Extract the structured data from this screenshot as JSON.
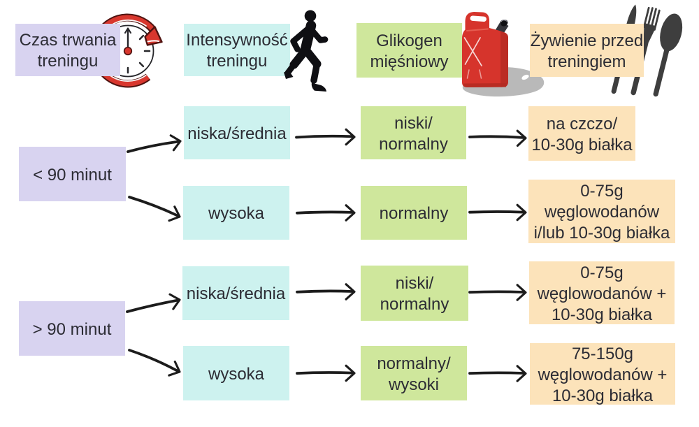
{
  "colors": {
    "background": "#ffffff",
    "text": "#2c2c34",
    "arrow": "#1c1c1c",
    "lavender": "#d8d3f0",
    "cyan": "#cdf2ef",
    "green": "#cfe79c",
    "peach": "#fce3ba",
    "icon-black": "#0f0f13",
    "icon-gray": "#3e3e3e",
    "red": "#d6342c",
    "red-dark": "#8f1d19",
    "shadow-gray": "#b9b9b9"
  },
  "columns": {
    "duration": {
      "header_lines": [
        "Czas trwania",
        "treningu"
      ],
      "icon": "clock-history-icon"
    },
    "intensity": {
      "header_lines": [
        "Intensywność",
        "treningu"
      ],
      "icon": "runner-icon"
    },
    "glycogen": {
      "header_lines": [
        "Glikogen",
        "mięśniowy"
      ],
      "icon": "fuel-canister-icon"
    },
    "nutrition": {
      "header_lines": [
        "Żywienie przed",
        "treningiem"
      ],
      "icon": "cutlery-icon"
    }
  },
  "nodes": {
    "duration1": {
      "label": "< 90 minut"
    },
    "duration2": {
      "label": "> 90 minut"
    },
    "intensity1": {
      "label": "niska/średnia"
    },
    "intensity2": {
      "label": "wysoka"
    },
    "intensity3": {
      "label": "niska/średnia"
    },
    "intensity4": {
      "label": "wysoka"
    },
    "glycogen1": {
      "lines": [
        "niski/",
        "normalny"
      ]
    },
    "glycogen2": {
      "label": "normalny"
    },
    "glycogen3": {
      "lines": [
        "niski/",
        "normalny"
      ]
    },
    "glycogen4": {
      "lines": [
        "normalny/",
        "wysoki"
      ]
    },
    "nutrition1": {
      "lines": [
        "na czczo/",
        "10-30g białka"
      ]
    },
    "nutrition2": {
      "lines": [
        "0-75g",
        "węglowodanów",
        "i/lub 10-30g białka"
      ]
    },
    "nutrition3": {
      "lines": [
        "0-75g",
        "węglowodanów +",
        "10-30g białka"
      ]
    },
    "nutrition4": {
      "lines": [
        "75-150g",
        "węglowodanów +",
        "10-30g białka"
      ]
    }
  },
  "edges": [
    {
      "from": "duration1",
      "to": "intensity1"
    },
    {
      "from": "duration1",
      "to": "intensity2"
    },
    {
      "from": "duration2",
      "to": "intensity3"
    },
    {
      "from": "duration2",
      "to": "intensity4"
    },
    {
      "from": "intensity1",
      "to": "glycogen1"
    },
    {
      "from": "intensity2",
      "to": "glycogen2"
    },
    {
      "from": "intensity3",
      "to": "glycogen3"
    },
    {
      "from": "intensity4",
      "to": "glycogen4"
    },
    {
      "from": "glycogen1",
      "to": "nutrition1"
    },
    {
      "from": "glycogen2",
      "to": "nutrition2"
    },
    {
      "from": "glycogen3",
      "to": "nutrition3"
    },
    {
      "from": "glycogen4",
      "to": "nutrition4"
    }
  ]
}
